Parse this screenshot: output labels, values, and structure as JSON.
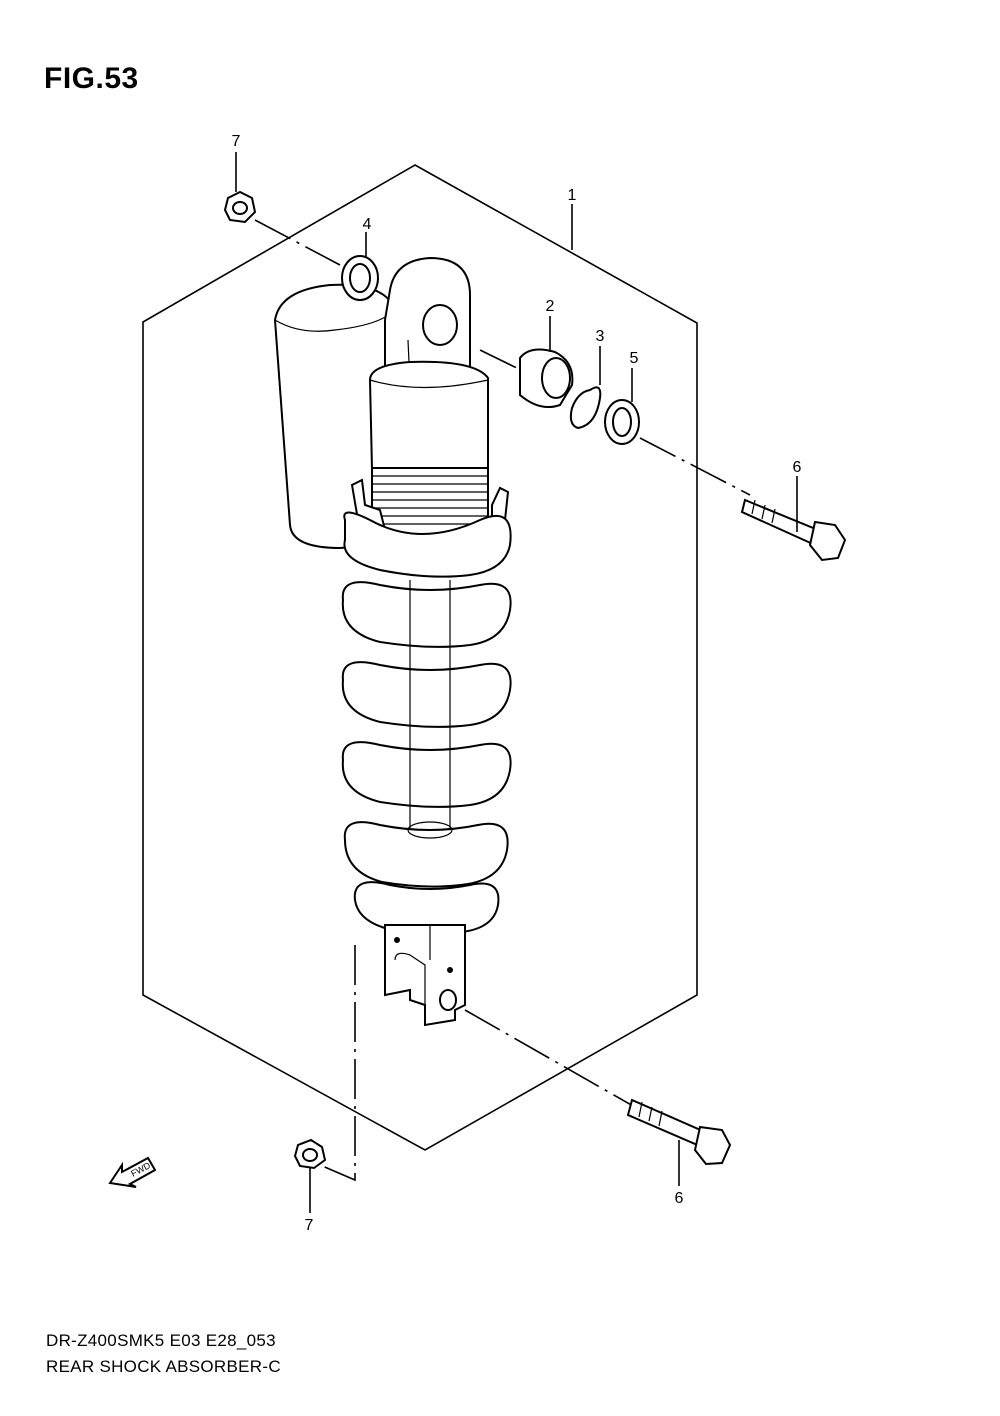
{
  "figure": {
    "title": "FIG.53"
  },
  "callouts": {
    "c1": "1",
    "c2": "2",
    "c3": "3",
    "c4": "4",
    "c5": "5",
    "c6_top": "6",
    "c6_bottom": "6",
    "c7_top": "7",
    "c7_bottom": "7"
  },
  "fwd_label": "FWD",
  "footer": {
    "code": "DR-Z400SMK5 E03 E28_053",
    "name": "REAR SHOCK ABSORBER-C"
  },
  "icons": [
    "forward-arrow-icon"
  ]
}
